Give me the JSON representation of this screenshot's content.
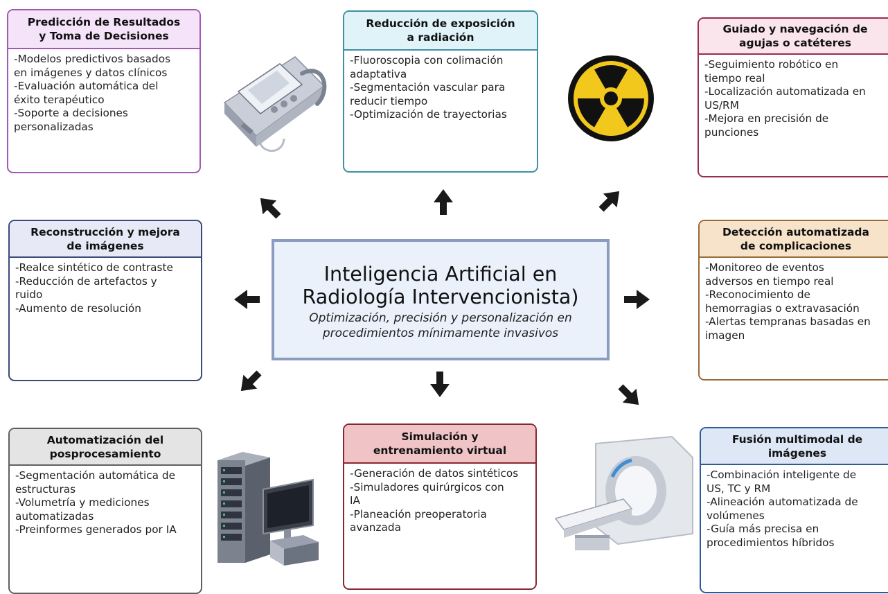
{
  "center": {
    "title_line1": "Inteligencia Artificial en",
    "title_line2": "Radiología Intervencionista)",
    "subtitle_line1": "Optimización, precisión y personalización en",
    "subtitle_line2": "procedimientos mínimamente invasivos"
  },
  "boxes": {
    "prediccion": {
      "title_line1": "Predicción de Resultados",
      "title_line2": "y Toma de Decisiones",
      "lines": [
        "-Modelos predictivos basados",
        "en imágenes y datos clínicos",
        "-Evaluación automática del",
        "éxito terapéutico",
        "-Soporte a decisiones",
        "personalizadas"
      ]
    },
    "radiacion": {
      "title_line1": "Reducción de exposición",
      "title_line2": "a radiación",
      "lines": [
        "-Fluoroscopia con colimación",
        "adaptativa",
        "-Segmentación vascular para",
        "reducir tiempo",
        "-Optimización de trayectorias"
      ]
    },
    "guiado": {
      "title_line1": "Guiado y navegación de",
      "title_line2": "agujas o catéteres",
      "lines": [
        "-Seguimiento robótico en",
        "tiempo real",
        "-Localización automatizada en",
        "US/RM",
        "-Mejora en precisión de",
        "punciones"
      ]
    },
    "reconstruccion": {
      "title_line1": "Reconstrucción y mejora",
      "title_line2": "de imágenes",
      "lines": [
        "-Realce sintético de contraste",
        "-Reducción de artefactos y",
        "ruido",
        "-Aumento de resolución"
      ]
    },
    "complicaciones": {
      "title_line1": "Detección automatizada",
      "title_line2": "de complicaciones",
      "lines": [
        "-Monitoreo de eventos",
        "adversos en tiempo real",
        "-Reconocimiento de",
        "hemorragias o extravasación",
        "-Alertas tempranas basadas en",
        "imagen"
      ]
    },
    "automatizacion": {
      "title_line1": "Automatización del",
      "title_line2": "posprocesamiento",
      "lines": [
        "-Segmentación automática de",
        "estructuras",
        "-Volumetría y mediciones",
        "automatizadas",
        "-Preinformes generados por IA"
      ]
    },
    "simulacion": {
      "title_line1": "Simulación y",
      "title_line2": "entrenamiento virtual",
      "lines": [
        "-Generación de datos sintéticos",
        "-Simuladores quirúrgicos con",
        "IA",
        "-Planeación preoperatoria",
        "avanzada"
      ]
    },
    "fusion": {
      "title_line1": "Fusión multimodal de",
      "title_line2": "imágenes",
      "lines": [
        "-Combinación inteligente de",
        "US, TC y RM",
        "-Alineación automatizada de",
        "volúmenes",
        "-Guía más precisa en",
        "procedimientos híbridos"
      ]
    }
  },
  "icons": {
    "ultrasound": "ultrasound-device-icon",
    "radiation": "radiation-symbol-icon",
    "workstation": "server-workstation-icon",
    "mri": "mri-scanner-icon",
    "arrow": "arrow-icon"
  },
  "colors": {
    "prediccion": "#a05ab4",
    "radiacion": "#3f8fa3",
    "guiado": "#9a2c4f",
    "reconstruccion": "#3b4a7a",
    "complicaciones": "#9a6a3a",
    "automatizacion": "#606060",
    "simulacion": "#8a2630",
    "fusion": "#2f5b94",
    "center_border": "#8a9cc0",
    "center_fill": "#eaf1fb",
    "arrow": "#1a1a1a",
    "radiation_yellow": "#f2c81d"
  }
}
